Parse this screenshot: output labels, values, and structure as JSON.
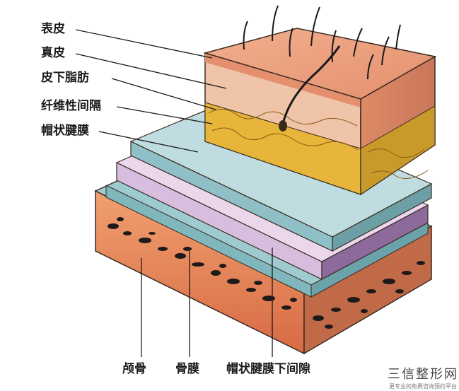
{
  "labels_left": [
    {
      "key": "epidermis",
      "text": "表皮"
    },
    {
      "key": "dermis",
      "text": "真皮"
    },
    {
      "key": "subcutaneous",
      "text": "皮下脂肪"
    },
    {
      "key": "fibrous-septa",
      "text": "纤维性间隔"
    },
    {
      "key": "galea",
      "text": "帽状腱膜"
    }
  ],
  "labels_bottom": [
    {
      "key": "skull",
      "text": "颅骨"
    },
    {
      "key": "periosteum",
      "text": "骨膜"
    },
    {
      "key": "subgaleal-space",
      "text": "帽状腱膜下间隙"
    }
  ],
  "watermark": {
    "title": "三信整形网",
    "subtitle": "更专业的免费咨询预约平台"
  },
  "colors": {
    "skin": "#e8a07a",
    "dermis": "#f0c4a8",
    "fat": "#e6b53a",
    "galea": "#a9cdd2",
    "loose": "#d8bede",
    "periosteum": "#9ecbd0",
    "bone": "#e7915e"
  }
}
